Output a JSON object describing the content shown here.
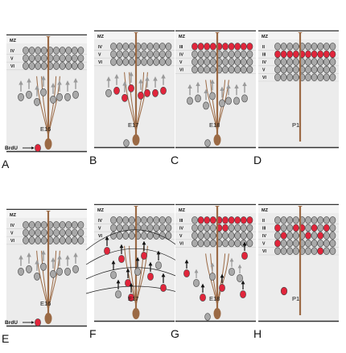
{
  "colors": {
    "panel_bg": "#ececec",
    "panel_border": "#555555",
    "neuron_gray": "#a9a9a9",
    "neuron_stroke": "#444444",
    "brdu_red": "#e1253b",
    "radial_glia": "#9b6a45",
    "arrow_gray": "#9a9a9a",
    "arrow_black": "#111111"
  },
  "layer_labels": {
    "rows_3": [
      "IV",
      "V",
      "VI"
    ],
    "rows_5": [
      "II",
      "III",
      "IV",
      "V",
      "VI"
    ],
    "mz": "MZ"
  },
  "marker_label": "BrdU",
  "panels": [
    {
      "letter": "A",
      "stage": "E16",
      "rows": 3,
      "brdu": true,
      "row_red": [],
      "mig": "gray",
      "mig_red": []
    },
    {
      "letter": "B",
      "stage": "E17",
      "rows": 3,
      "brdu": false,
      "row_red": [],
      "mig": "red",
      "mig_red": [
        1,
        2,
        3,
        4,
        5,
        6,
        7,
        8,
        9
      ]
    },
    {
      "letter": "C",
      "stage": "E18",
      "rows": 4,
      "brdu": false,
      "row_red": [
        [
          0,
          1,
          2,
          3,
          4,
          5,
          6,
          7,
          8,
          9
        ]
      ],
      "mig": "gray",
      "mig_red": []
    },
    {
      "letter": "D",
      "stage": "P1",
      "rows": 5,
      "brdu": false,
      "row_red": [
        [],
        [
          0,
          1,
          2,
          3,
          4,
          5,
          6,
          7,
          8,
          9
        ]
      ],
      "mig": "none",
      "mig_red": []
    },
    {
      "letter": "E",
      "stage": "E16",
      "rows": 3,
      "brdu": true,
      "row_red": [],
      "mig": "gray",
      "mig_red": []
    },
    {
      "letter": "F",
      "stage": "E17",
      "rows": 3,
      "brdu": false,
      "row_red": [],
      "mig": "scatter",
      "mig_red": []
    },
    {
      "letter": "G",
      "stage": "E18",
      "rows": 4,
      "brdu": false,
      "row_red": [
        [
          1,
          2,
          3,
          4,
          5,
          6,
          7,
          8,
          9
        ],
        [
          4,
          5
        ]
      ],
      "mig": "g",
      "mig_red": []
    },
    {
      "letter": "H",
      "stage": "P1",
      "rows": 5,
      "brdu": false,
      "row_red": [
        [],
        [
          0,
          3,
          4,
          6,
          8
        ],
        [
          1,
          5,
          7
        ],
        [
          0
        ],
        [
          7
        ]
      ],
      "mig": "h",
      "mig_red": []
    }
  ]
}
